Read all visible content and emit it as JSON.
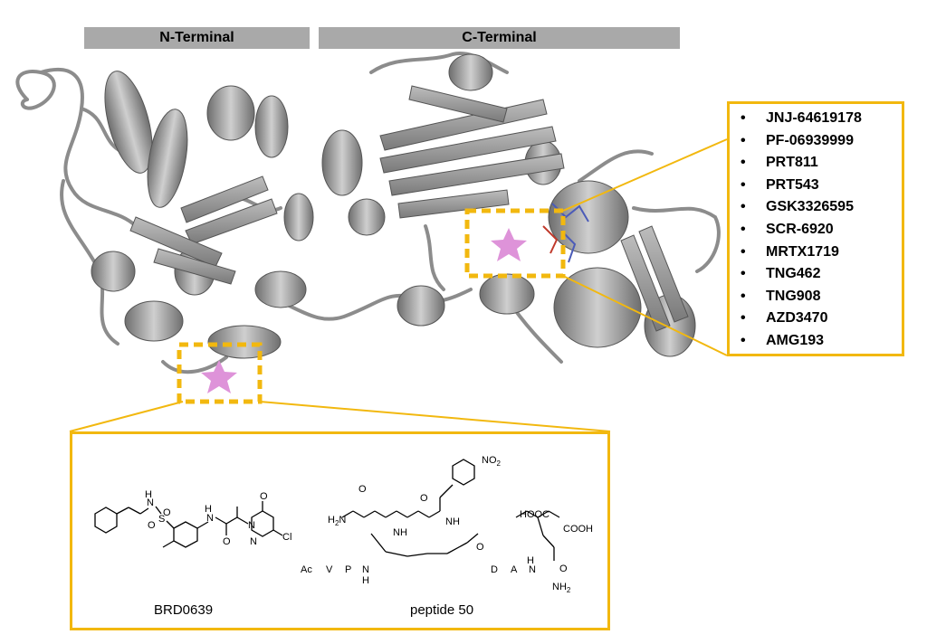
{
  "header": {
    "n_terminal_label": "N-Terminal",
    "c_terminal_label": "C-Terminal"
  },
  "inhibitors": [
    "JNJ-64619178",
    "PF-06939999",
    "PRT811",
    "PRT543",
    "GSK3326595",
    "SCR-6920",
    "MRTX1719",
    "TNG462",
    "TNG908",
    "AZD3470",
    "AMG193"
  ],
  "compounds": {
    "brd_label": "BRD0639",
    "peptide_label": "peptide 50"
  },
  "icons": {
    "site_marker": "star-icon"
  },
  "colors": {
    "highlight": "#f2b80f",
    "star": "#de93d9",
    "protein": "#9a9a9a",
    "domain_bar": "#a9a9a9"
  }
}
